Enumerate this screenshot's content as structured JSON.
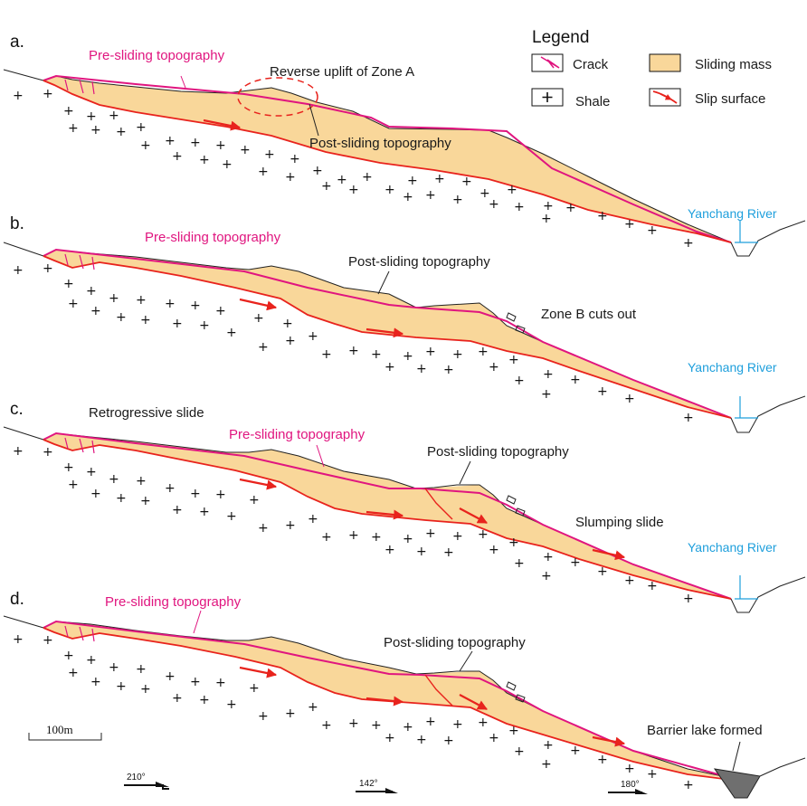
{
  "legend": {
    "title": "Legend",
    "items": {
      "crack": "Crack",
      "shale": "Shale",
      "sliding_mass": "Sliding mass",
      "slip_surface": "Slip surface"
    }
  },
  "colors": {
    "sliding_mass_fill": "#f9d79a",
    "pre_sliding_line": "#e0157f",
    "slip_surface_line": "#e8231d",
    "river_line": "#1e9fdc",
    "barrier_lake_fill": "#6f6f6f"
  },
  "panels": [
    {
      "label": "a.",
      "pre_sliding": "Pre-sliding topography",
      "post_sliding": "Post-sliding topography",
      "annotation": "Reverse uplift  of  Zone A",
      "river": "Yanchang River"
    },
    {
      "label": "b.",
      "pre_sliding": "Pre-sliding topography",
      "post_sliding": "Post-sliding topography",
      "annotation": "Zone B cuts out",
      "river": "Yanchang River"
    },
    {
      "label": "c.",
      "pre_sliding": "Pre-sliding topography",
      "post_sliding": "Post-sliding topography",
      "annotation": "Retrogressive slide",
      "annotation2": "Slumping slide",
      "river": "Yanchang River"
    },
    {
      "label": "d.",
      "pre_sliding": "Pre-sliding topography",
      "post_sliding": "Post-sliding topography",
      "annotation": "Barrier lake  formed"
    }
  ],
  "scale_bar": "100m",
  "bearings": [
    "210°",
    "142°",
    "180°"
  ]
}
